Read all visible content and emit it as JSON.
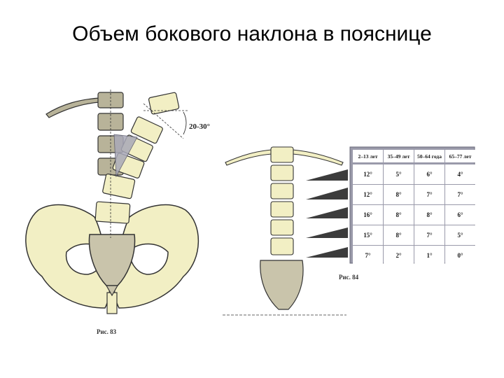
{
  "title": "Объем бокового наклона в пояснице",
  "figure83": {
    "caption": "Рис. 83",
    "angle_label": "20-30°"
  },
  "figure84": {
    "caption": "Рис. 84",
    "table": {
      "headers": [
        "2–13 лет",
        "35–49 лет",
        "50–64 года",
        "65–77 лет"
      ],
      "rows": [
        [
          "12°",
          "5°",
          "6°",
          "4°"
        ],
        [
          "12°",
          "8°",
          "7°",
          "7°"
        ],
        [
          "16°",
          "8°",
          "8°",
          "6°"
        ],
        [
          "15°",
          "8°",
          "7°",
          "5°"
        ],
        [
          "7°",
          "2°",
          "1°",
          "0°"
        ]
      ]
    }
  },
  "colors": {
    "bone": "#f2efc4",
    "bone_outline": "#333333",
    "shaded_vertebra": "#b8b399",
    "sacrum": "#c9c4ab",
    "wedge": "#3c3c3c",
    "table_frame": "#8a8a9a"
  }
}
